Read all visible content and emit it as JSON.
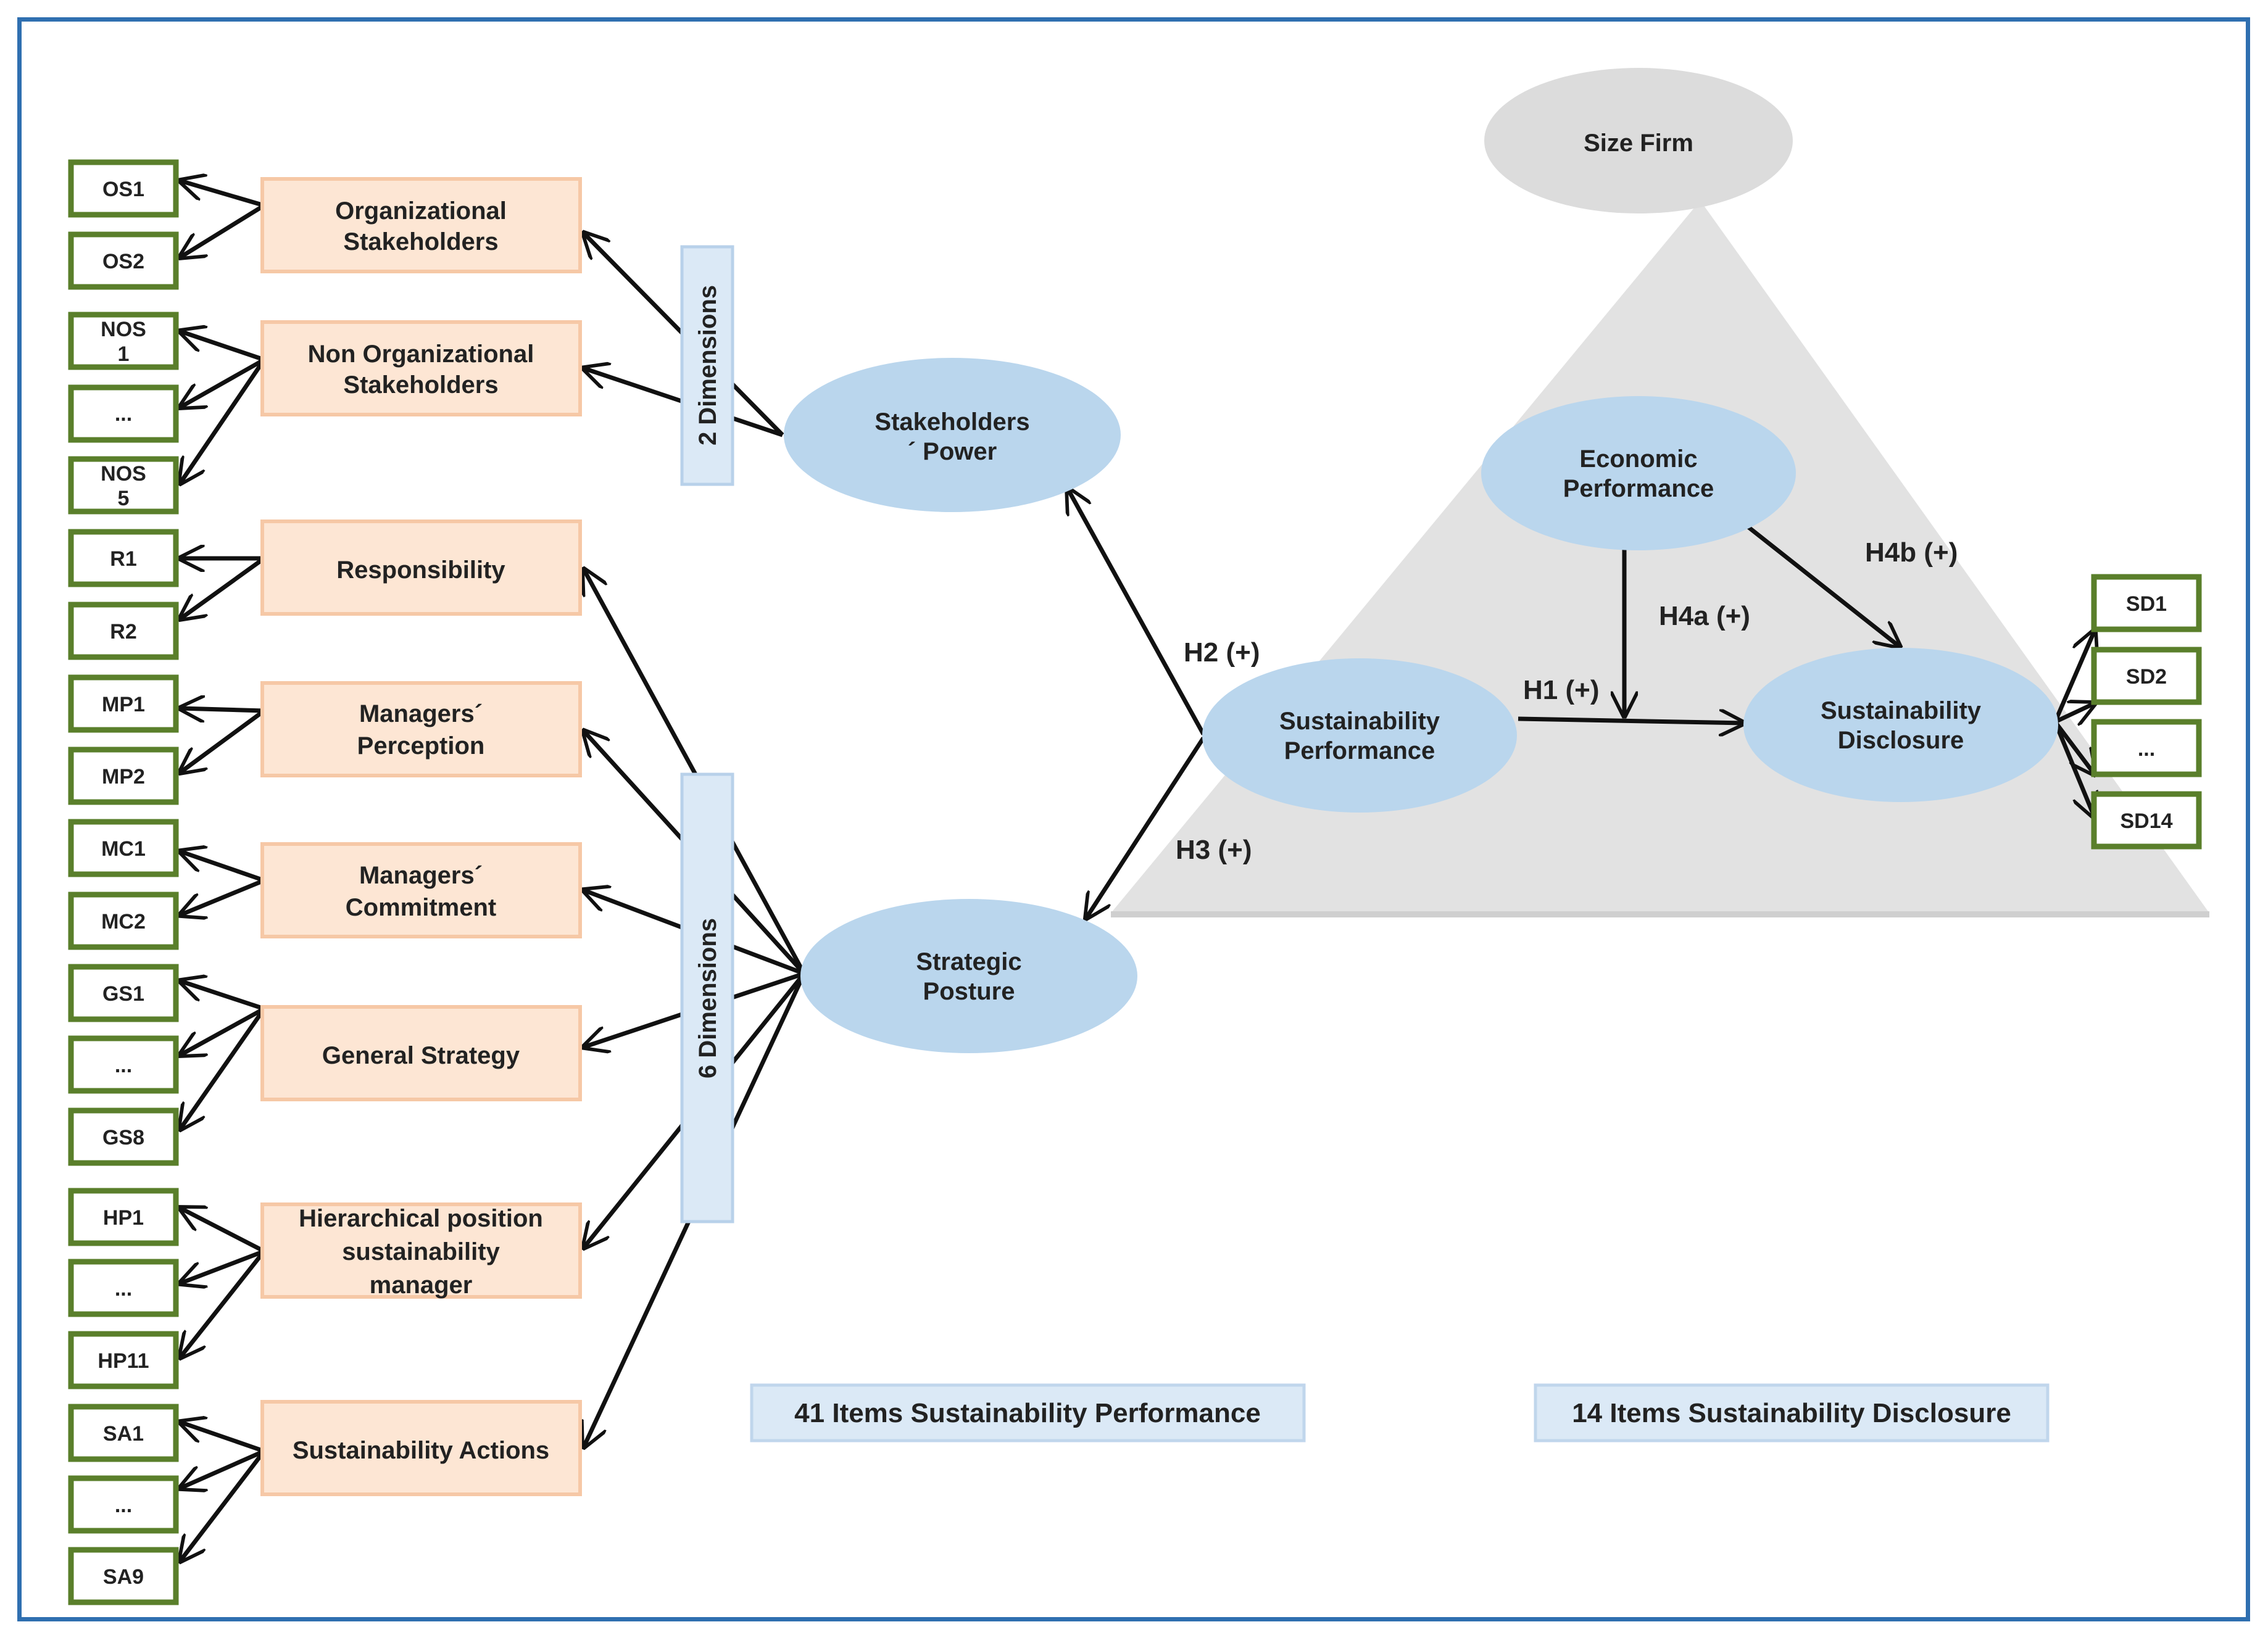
{
  "items": {
    "os1": "OS1",
    "os2": "OS2",
    "nos1": "NOS 1",
    "nos_dots": "...",
    "nos5": "NOS 5",
    "r1": "R1",
    "r2": "R2",
    "mp1": "MP1",
    "mp2": "MP2",
    "mc1": "MC1",
    "mc2": "MC2",
    "gs1": "GS1",
    "gs_dots": "...",
    "gs8": "GS8",
    "hp1": "HP1",
    "hp_dots": "...",
    "hp11": "HP11",
    "sa1": "SA1",
    "sa_dots": "...",
    "sa9": "SA9",
    "sd1": "SD1",
    "sd2": "SD2",
    "sd_dots": "...",
    "sd14": "SD14"
  },
  "dimensions": {
    "organizational": [
      "Organizational",
      "Stakeholders"
    ],
    "non_organizational": [
      "Non Organizational",
      "Stakeholders"
    ],
    "responsibility": "Responsibility",
    "managers_perception": [
      "Managers´",
      "Perception"
    ],
    "managers_commitment": [
      "Managers´",
      "Commitment"
    ],
    "general_strategy": "General Strategy",
    "hierarchical_position": [
      "Hierarchical position",
      "sustainability",
      "manager"
    ],
    "sustainability_actions": "Sustainability Actions"
  },
  "groups": {
    "two_dimensions": "2 Dimensions",
    "six_dimensions": "6 Dimensions"
  },
  "constructs": {
    "stakeholders_power": [
      "Stakeholders",
      "´ Power"
    ],
    "strategic_posture": [
      "Strategic",
      "Posture"
    ],
    "size_firm": "Size Firm",
    "economic_performance": [
      "Economic",
      "Performance"
    ],
    "sustainability_performance": [
      "Sustainability",
      "Performance"
    ],
    "sustainability_disclosure": [
      "Sustainability",
      "Disclosure"
    ]
  },
  "hypotheses": {
    "h1": "H1 (+)",
    "h2": "H2 (+)",
    "h3": "H3 (+)",
    "h4a": "H4a (+)",
    "h4b": "H4b (+)"
  },
  "notes": {
    "performance_items": "41 Items Sustainability Performance",
    "disclosure_items": "14 Items Sustainability Disclosure"
  },
  "colors": {
    "frame": "#2f6fb0",
    "item_border": "#5a7f2b",
    "dimension_fill": "#fde6d4",
    "construct_fill": "#bad6ed",
    "moderator_area": "#e2e2e2"
  }
}
